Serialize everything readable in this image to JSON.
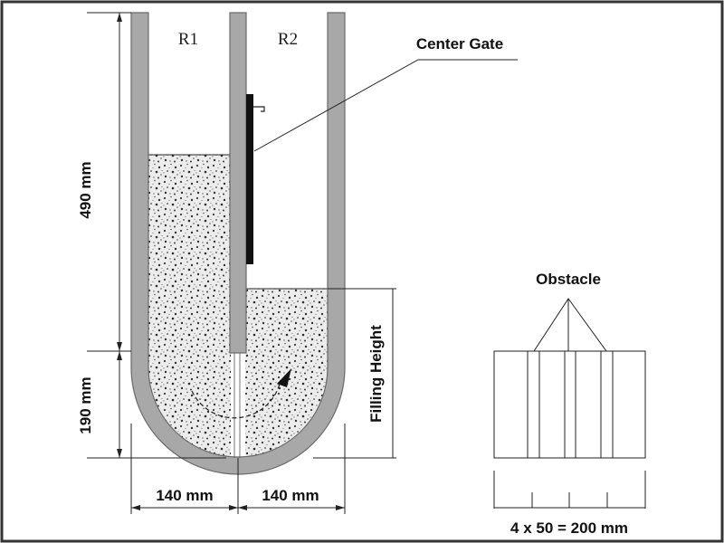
{
  "labels": {
    "r1": "R1",
    "r2": "R2",
    "center_gate": "Center Gate",
    "obstacle": "Obstacle",
    "height_upper": "490 mm",
    "height_lower": "190 mm",
    "filling_height": "Filling Height",
    "width_left": "140 mm",
    "width_right": "140 mm",
    "obstacle_width": "4 x 50 = 200 mm"
  },
  "colors": {
    "frame": "#333333",
    "wall": "#a8a8a8",
    "wall_edge": "#6a6a6a",
    "gate": "#111111",
    "fill_base": "#ececec",
    "fill_dots": "#3a3a3a",
    "line": "#222222"
  }
}
